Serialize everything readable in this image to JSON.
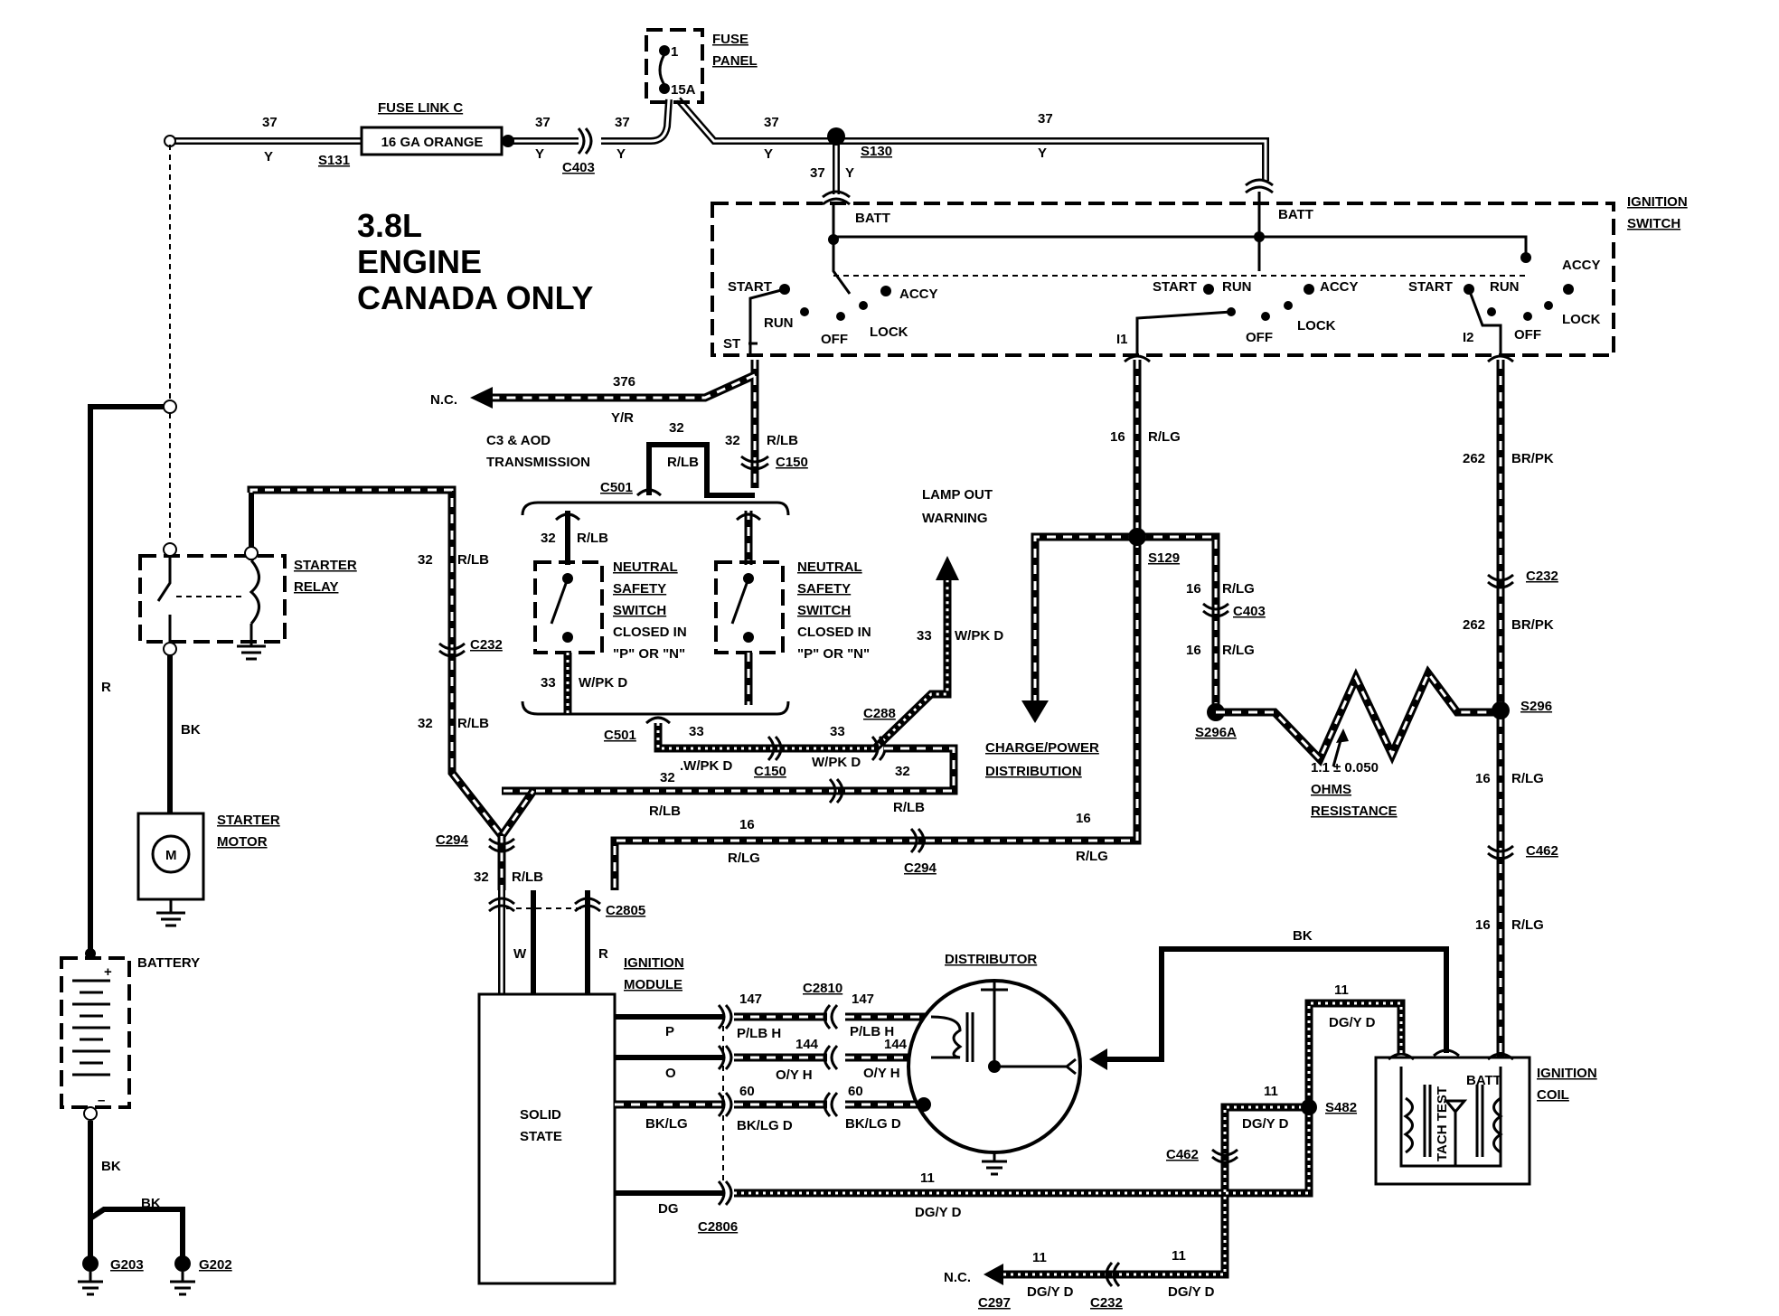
{
  "title_lines": [
    "3.8L",
    "ENGINE",
    "CANADA ONLY"
  ],
  "labels": {
    "fuse_panel_1": "FUSE",
    "fuse_panel_2": "PANEL",
    "fuse_num": "1",
    "fuse_amp": "15A",
    "fuse_link": "FUSE LINK C",
    "fuse_link_ga": "16 GA ORANGE",
    "s131": "S131",
    "c403": "C403",
    "s130": "S130",
    "w37": "37",
    "wy": "Y",
    "ign_sw_1": "IGNITION",
    "ign_sw_2": "SWITCH",
    "batt": "BATT",
    "start": "START",
    "run": "RUN",
    "off": "OFF",
    "lock": "LOCK",
    "accy": "ACCY",
    "st": "ST",
    "i1": "I1",
    "i2": "I2",
    "nc": "N.C.",
    "w376": "376",
    "wyr": "Y/R",
    "c3aod_1": "C3 & AOD",
    "c3aod_2": "TRANSMISSION",
    "w32": "32",
    "wrlb": "R/LB",
    "c150": "C150",
    "c501": "C501",
    "lamp_out_1": "LAMP OUT",
    "lamp_out_2": "WARNING",
    "w16": "16",
    "wrlg": "R/LG",
    "s129": "S129",
    "w262": "262",
    "wbrpk": "BR/PK",
    "c232": "C232",
    "starter_relay_1": "STARTER",
    "starter_relay_2": "RELAY",
    "nss_1": "NEUTRAL",
    "nss_2": "SAFETY",
    "nss_3": "SWITCH",
    "nss_4": "CLOSED IN",
    "nss_5": "\"P\" OR \"N\"",
    "w33": "33",
    "wwpkd": "W/PK D",
    "wwpkd2": ".W/PK D",
    "c288": "C288",
    "charge_1": "CHARGE/POWER",
    "charge_2": "DISTRIBUTION",
    "s296a": "S296A",
    "s296": "S296",
    "ohms_1": "1.1 ± 0.050",
    "ohms_2": "OHMS",
    "ohms_3": "RESISTANCE",
    "wr": "R",
    "wbk": "BK",
    "starter_motor_1": "STARTER",
    "starter_motor_2": "MOTOR",
    "motor_m": "M",
    "c294": "C294",
    "c462": "C462",
    "c2805": "C2805",
    "ww": "W",
    "battery": "BATTERY",
    "ign_mod_1": "IGNITION",
    "ign_mod_2": "MODULE",
    "solid_1": "SOLID",
    "solid_2": "STATE",
    "distributor": "DISTRIBUTOR",
    "c2810": "C2810",
    "w147": "147",
    "wplbh": "P/LB H",
    "w144": "144",
    "woyh": "O/Y H",
    "w60": "60",
    "wbklgd": "BK/LG D",
    "wp": "P",
    "wo": "O",
    "wbklg": "BK/LG",
    "wdg": "DG",
    "c2806": "C2806",
    "w11": "11",
    "wdgyd": "DG/Y D",
    "s482": "S482",
    "ign_coil_1": "IGNITION",
    "ign_coil_2": "COIL",
    "tach_test": "TACH TEST",
    "coil_batt": "BATT",
    "c297": "C297",
    "g203": "G203",
    "g202": "G202",
    "plus": "+",
    "minus": "–"
  },
  "colors": {
    "ink": "#000000",
    "paper": "#ffffff"
  }
}
